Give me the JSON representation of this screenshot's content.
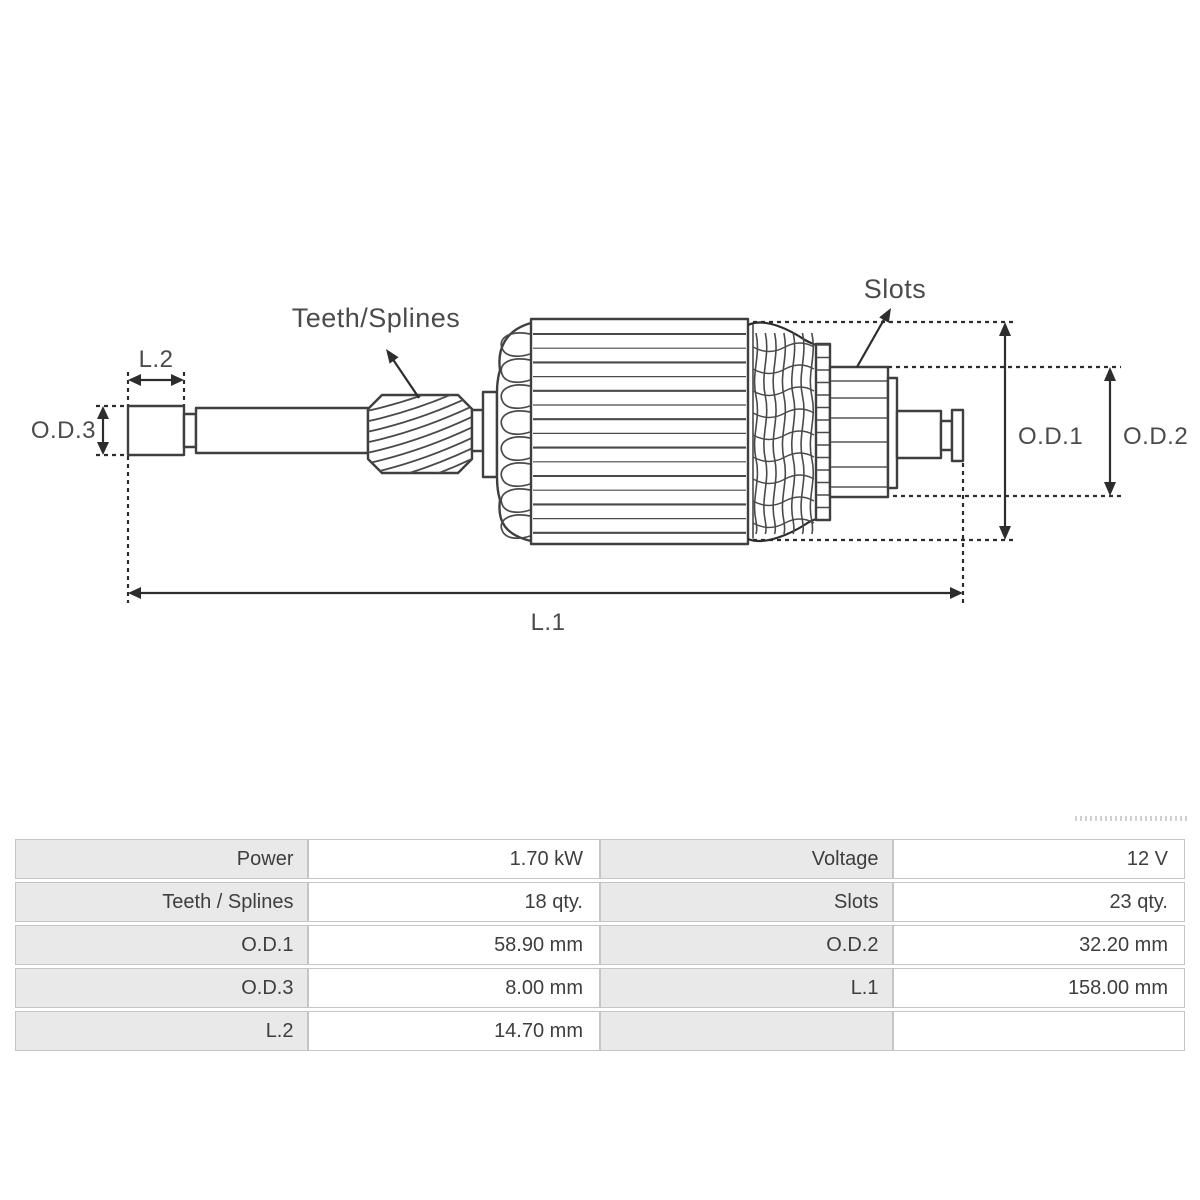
{
  "page": {
    "background": "#ffffff"
  },
  "diagram": {
    "labels": {
      "teeth_splines": "Teeth/Splines",
      "slots": "Slots",
      "l1": "L.1",
      "l2": "L.2",
      "od1": "O.D.1",
      "od2": "O.D.2",
      "od3": "O.D.3"
    },
    "line_color": "#3f3f3f",
    "dimension_color": "#2d2d2d",
    "label_color": "#4b4b4b"
  },
  "spec_table": {
    "label_bg": "#e9e9e9",
    "border_color": "#c5c5c5",
    "text_color": "#3e3e3e",
    "rows": [
      {
        "label_left": "Power",
        "value_left": "1.70 kW",
        "label_right": "Voltage",
        "value_right": "12 V"
      },
      {
        "label_left": "Teeth / Splines",
        "value_left": "18 qty.",
        "label_right": "Slots",
        "value_right": "23 qty."
      },
      {
        "label_left": "O.D.1",
        "value_left": "58.90 mm",
        "label_right": "O.D.2",
        "value_right": "32.20 mm"
      },
      {
        "label_left": "O.D.3",
        "value_left": "8.00 mm",
        "label_right": "L.1",
        "value_right": "158.00 mm"
      },
      {
        "label_left": "L.2",
        "value_left": "14.70 mm",
        "label_right": "",
        "value_right": ""
      }
    ]
  }
}
